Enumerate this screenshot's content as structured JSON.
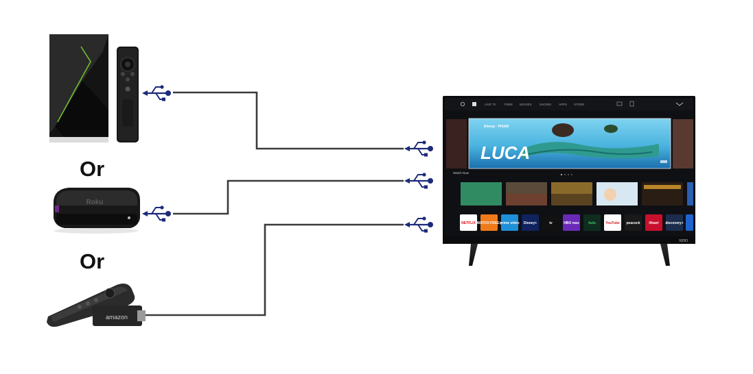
{
  "separators": [
    "Or",
    "Or"
  ],
  "devices": [
    {
      "name": "shield-tv",
      "logo_text": ""
    },
    {
      "name": "roku",
      "logo_text": "Roku"
    },
    {
      "name": "fire-tv-stick",
      "logo_text": "amazon"
    }
  ],
  "tv": {
    "brand": "VIZIO",
    "nav_items": [
      "LIVE TV",
      "FREE",
      "MOVIES",
      "SHOWS",
      "APPS",
      "STORE"
    ],
    "hero": {
      "studio": "Disney · PIXAR",
      "title": "LUCA"
    },
    "row_label": "Watch Now",
    "apps": [
      "NETFLIX",
      "WATCH FREE+",
      "prime video",
      "Disney+",
      "tv",
      "HBO max",
      "hulu",
      "YouTube",
      "peacock",
      "iHeart",
      "discovery+",
      ""
    ]
  },
  "colors": {
    "usb_blue": "#1d2a7a",
    "cable": "#3a3a3a",
    "shield_accent": "#6fbf2f",
    "tv_bezel": "#0c0c0e"
  },
  "icons": [
    "usb-icon"
  ]
}
